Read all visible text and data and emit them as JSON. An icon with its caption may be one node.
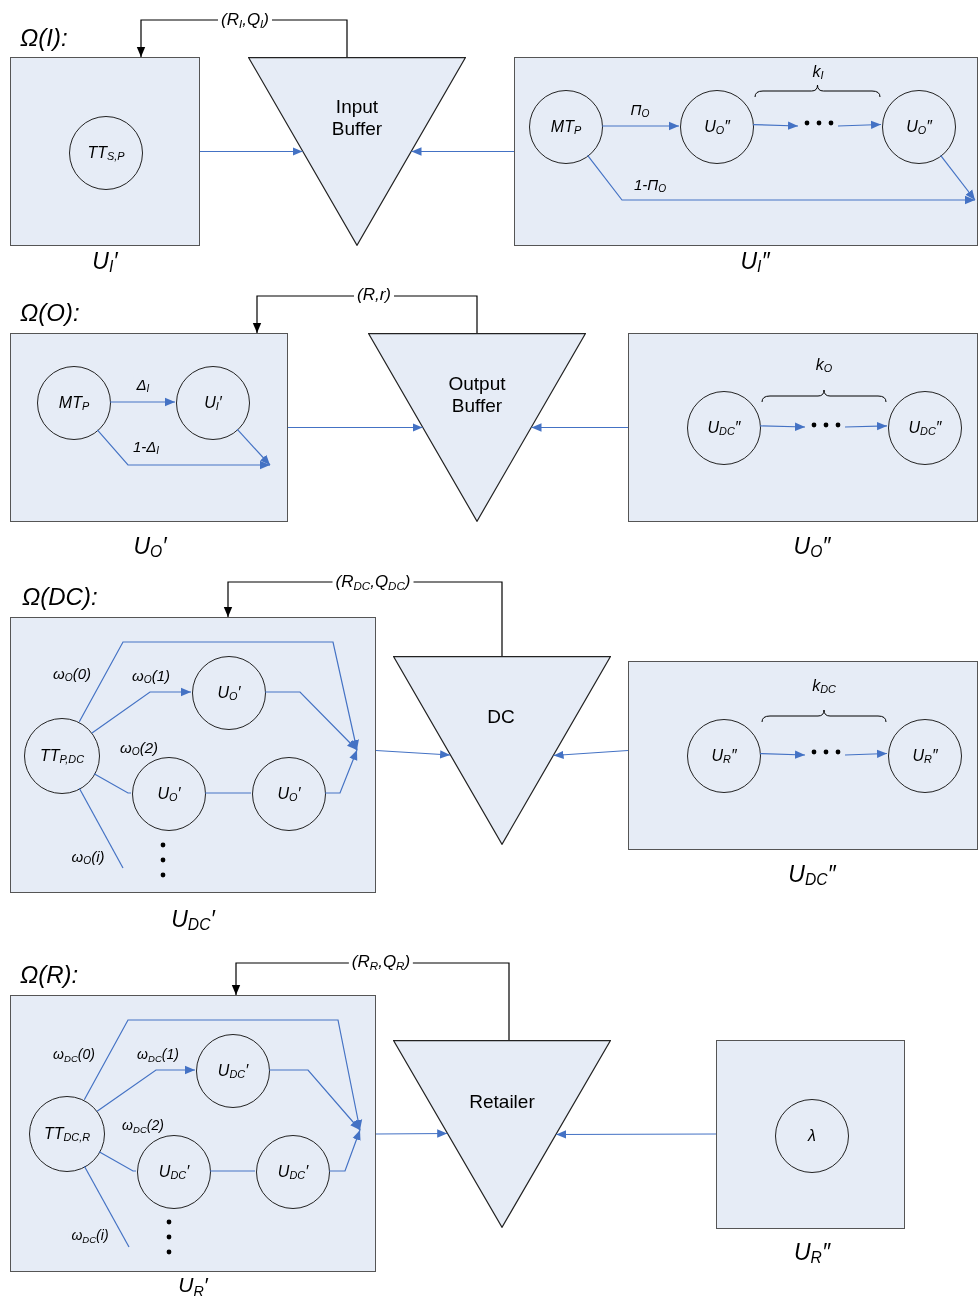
{
  "diagram": {
    "nodes": [
      {
        "text": [],
        "shape": "box",
        "beside": [
          "U$_{I}$′"
        ]
      },
      {
        "text": [
          "TT$_{S,P}$"
        ],
        "in": 0
      },
      {
        "text": [
          "Input Buffer"
        ]
      },
      {
        "text": [],
        "shape": "box",
        "beside": [
          "U$_{I}$″"
        ]
      },
      {
        "text": [
          "MT$_{P}$"
        ],
        "in": 3
      },
      {
        "text": [
          "U$_{O}$″"
        ],
        "in": 3
      },
      {
        "text": [],
        "shape": "ellipsis",
        "in": 3
      },
      {
        "text": [
          "U$_{O}$″"
        ],
        "in": 3
      },
      {
        "text": [],
        "shape": "box",
        "beside": [
          "U$_{O}$′"
        ]
      },
      {
        "text": [
          "MT$_{P}$"
        ],
        "in": 8
      },
      {
        "text": [
          "U$_{I}$′"
        ],
        "in": 8
      },
      {
        "text": [
          "Output Buffer"
        ]
      },
      {
        "text": [],
        "shape": "box",
        "beside": [
          "U$_{O}$″"
        ]
      },
      {
        "text": [
          "U$_{DC}$″"
        ],
        "in": 12
      },
      {
        "text": [],
        "shape": "ellipsis",
        "in": 12
      },
      {
        "text": [
          "U$_{DC}$″"
        ],
        "in": 12
      },
      {
        "text": [],
        "shape": "box",
        "beside": [
          "U$_{DC}$′"
        ]
      },
      {
        "text": [
          "TT$_{P,DC}$"
        ],
        "in": 16
      },
      {
        "text": [
          "U$_{O}$′"
        ],
        "in": 16
      },
      {
        "text": [
          "U$_{O}$′"
        ],
        "in": 16
      },
      {
        "text": [
          "U$_{O}$′"
        ],
        "in": 16
      },
      {
        "text": [
          "DC"
        ]
      },
      {
        "text": [],
        "shape": "box",
        "beside": [
          "U$_{DC}$″"
        ]
      },
      {
        "text": [
          "U$_{R}$″"
        ],
        "in": 22
      },
      {
        "text": [],
        "shape": "ellipsis",
        "in": 22
      },
      {
        "text": [
          "U$_{R}$″"
        ],
        "in": 22
      },
      {
        "text": [],
        "shape": "box",
        "beside": [
          "U$_{R}$′"
        ]
      },
      {
        "text": [
          "TT$_{DC,R}$"
        ],
        "in": 26
      },
      {
        "text": [
          "U$_{DC}$′"
        ],
        "in": 26
      },
      {
        "text": [
          "U$_{DC}$′"
        ],
        "in": 26
      },
      {
        "text": [
          "U$_{DC}$′"
        ],
        "in": 26
      },
      {
        "text": [
          "Retailer"
        ]
      },
      {
        "text": [],
        "shape": "box",
        "beside": [
          "U$_{R}$″"
        ]
      },
      {
        "text": [
          "λ"
        ],
        "in": 32
      }
    ],
    "edges": [
      {
        "from": 0,
        "to": 2,
        "arrow": "to"
      },
      {
        "from": 3,
        "to": 2,
        "arrow": "to"
      },
      {
        "from": 2,
        "to": 0,
        "arrow": "to",
        "label": "(R$_{I}$,Q$_{I}$)",
        "color": "#000000"
      },
      {
        "from": 4,
        "to": 5,
        "arrow": "to",
        "label": "Π$_{O}$"
      },
      {
        "from": 5,
        "to": 6,
        "arrow": "to"
      },
      {
        "from": 6,
        "to": 7,
        "arrow": "to"
      },
      {
        "from": 4,
        "to": null,
        "arrow": "to",
        "label": "1-Π$_{O}$"
      },
      {
        "from": 7,
        "to": null,
        "arrow": "to"
      },
      {
        "from": 8,
        "to": 11,
        "arrow": "to"
      },
      {
        "from": 12,
        "to": 11,
        "arrow": "to"
      },
      {
        "from": 11,
        "to": 8,
        "arrow": "to",
        "label": "(R,r)",
        "color": "#000000"
      },
      {
        "from": 9,
        "to": 10,
        "arrow": "to",
        "label": "Δ$_{I}$"
      },
      {
        "from": 9,
        "to": null,
        "arrow": "to",
        "label": "1-Δ$_{I}$"
      },
      {
        "from": 10,
        "to": null,
        "arrow": "to"
      },
      {
        "from": 13,
        "to": 14,
        "arrow": "to"
      },
      {
        "from": 14,
        "to": 15,
        "arrow": "to"
      },
      {
        "from": 16,
        "to": 21,
        "arrow": "to"
      },
      {
        "from": 22,
        "to": 21,
        "arrow": "to"
      },
      {
        "from": 21,
        "to": 16,
        "arrow": "to",
        "label": "(R$_{DC}$,Q$_{DC}$)",
        "color": "#000000"
      },
      {
        "from": 17,
        "to": null,
        "arrow": "to",
        "label": "ω$_{O}$(0)"
      },
      {
        "from": 17,
        "to": 18,
        "arrow": "to",
        "label": "ω$_{O}$(1)"
      },
      {
        "from": 17,
        "to": 19,
        "arrow": "none",
        "label": "ω$_{O}$(2)"
      },
      {
        "from": 17,
        "to": null,
        "arrow": "none",
        "label": "ω$_{O}$(i)"
      },
      {
        "from": 19,
        "to": 20,
        "arrow": "none"
      },
      {
        "from": 18,
        "to": null,
        "arrow": "to"
      },
      {
        "from": 20,
        "to": null,
        "arrow": "to"
      },
      {
        "from": 23,
        "to": 24,
        "arrow": "to"
      },
      {
        "from": 24,
        "to": 25,
        "arrow": "to"
      },
      {
        "from": 26,
        "to": 31,
        "arrow": "to"
      },
      {
        "from": 32,
        "to": 31,
        "arrow": "to"
      },
      {
        "from": 31,
        "to": 26,
        "arrow": "to",
        "label": "(R$_{R}$,Q$_{R}$)",
        "color": "#000000"
      },
      {
        "from": 27,
        "to": null,
        "arrow": "to",
        "label": "ω$_{DC}$(0)"
      },
      {
        "from": 27,
        "to": 28,
        "arrow": "to",
        "label": "ω$_{DC}$(1)"
      },
      {
        "from": 27,
        "to": 29,
        "arrow": "none",
        "label": "ω$_{DC}$(2)"
      },
      {
        "from": 27,
        "to": null,
        "arrow": "none",
        "label": "ω$_{DC}$(i)"
      },
      {
        "from": 29,
        "to": 30,
        "arrow": "none"
      },
      {
        "from": 28,
        "to": null,
        "arrow": "to"
      },
      {
        "from": 30,
        "to": null,
        "arrow": "to"
      }
    ],
    "labels": [
      "Ω(I):",
      "k$_{I}$",
      "Ω(O):",
      "k$_{O}$",
      "Ω(DC):",
      "k$_{DC}$",
      "Ω(R):"
    ]
  }
}
